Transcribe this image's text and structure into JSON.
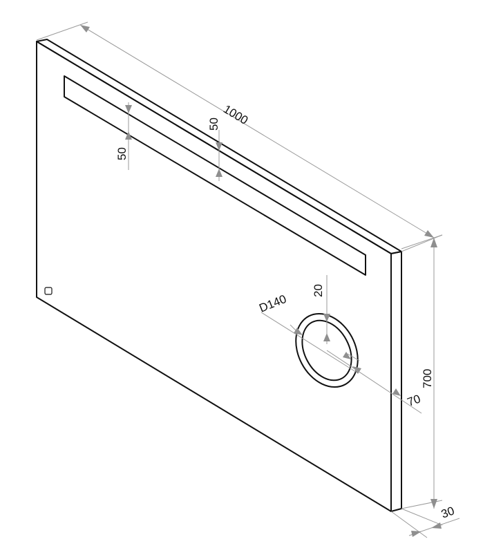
{
  "dimensions": {
    "width": "1000",
    "height": "700",
    "depth": "30",
    "strip_offset_top": "50",
    "strip_height": "50",
    "magnifier_diameter": "D140",
    "magnifier_offset_top": "20",
    "magnifier_offset_side": "70"
  },
  "colors": {
    "outline": "#111111",
    "dimension_line": "#9a9a9a",
    "arrow": "#8f8f8f"
  },
  "icons": {
    "touch_sensor": "touch-sensor-icon"
  }
}
